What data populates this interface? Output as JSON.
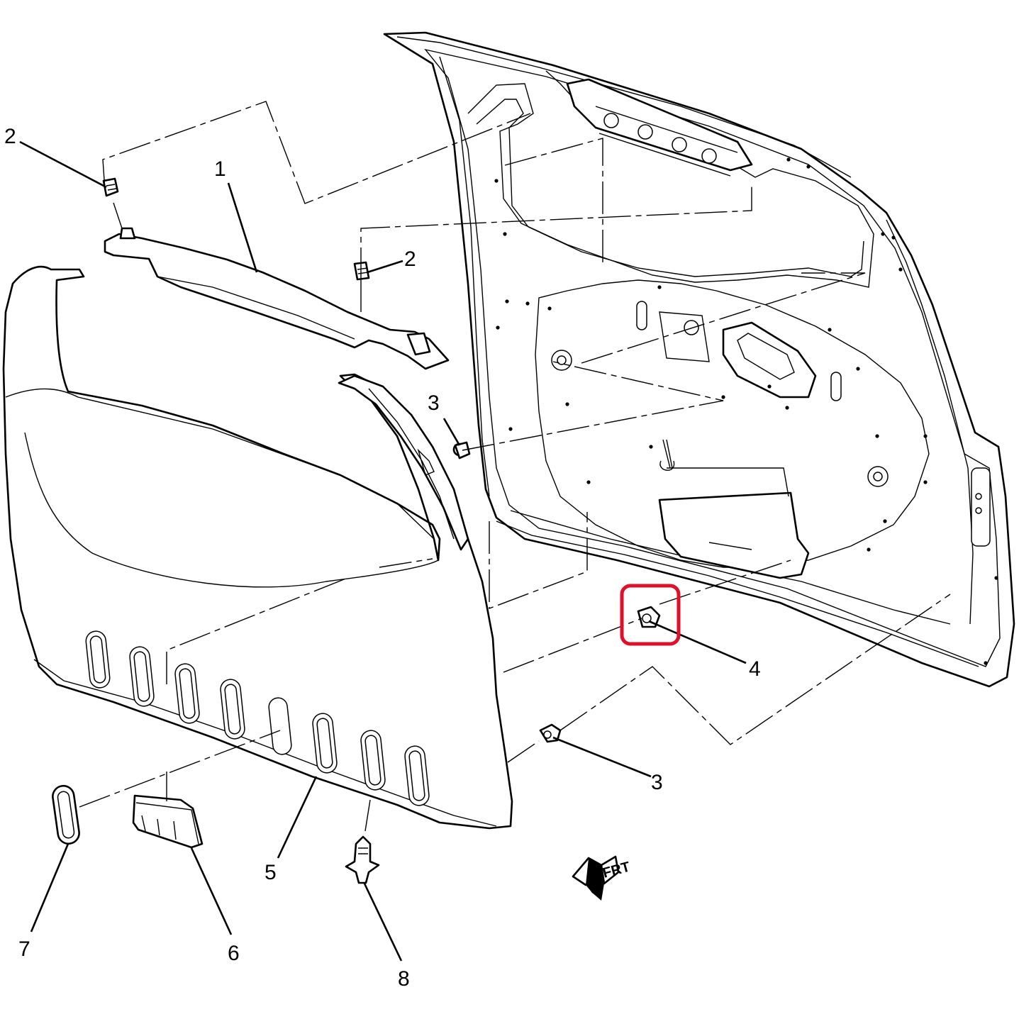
{
  "diagram": {
    "callouts": {
      "c1": "1",
      "c2a": "2",
      "c2b": "2",
      "c3a": "3",
      "c3b": "3",
      "c4": "4",
      "c5": "5",
      "c6": "6",
      "c7": "7",
      "c8": "8"
    },
    "direction_marker": "FRT",
    "highlight": {
      "target_callout": "4",
      "color": "#e0102a"
    },
    "colors": {
      "line": "#000000",
      "background": "#ffffff"
    }
  }
}
